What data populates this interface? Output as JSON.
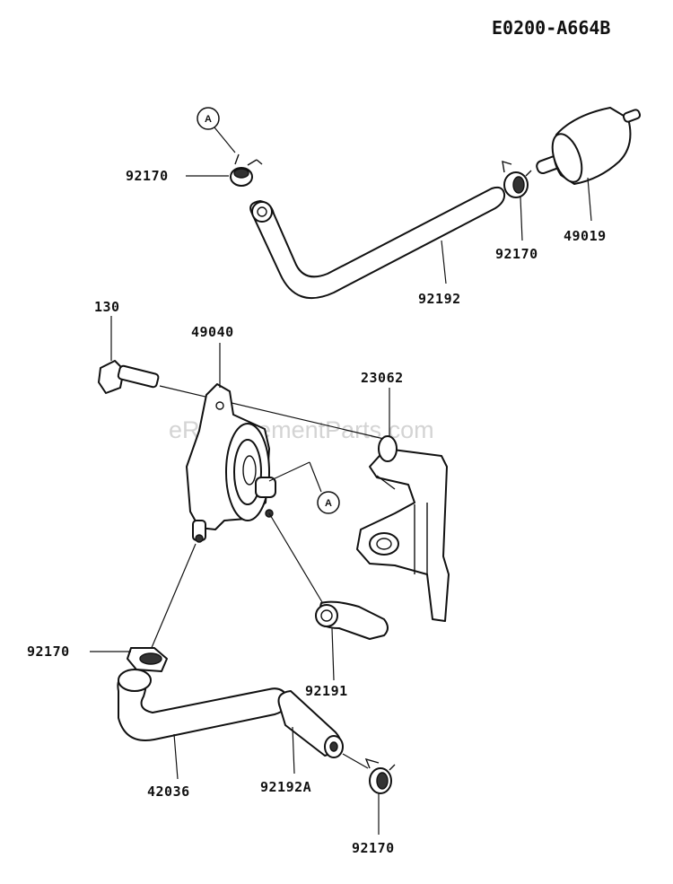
{
  "diagram_code": "E0200-A664B",
  "watermark": "eReplacementParts.com",
  "callout_letter": "A",
  "labels": {
    "clamp_top_left": "92170",
    "clamp_top_right": "92170",
    "filter": "49019",
    "hose_top": "92192",
    "bolt": "130",
    "pump": "49040",
    "bracket": "23062",
    "clamp_mid_left": "92170",
    "hose_short": "92191",
    "hose_lower": "42036",
    "hose_lower_sleeve": "92192A",
    "clamp_bottom": "92170"
  }
}
